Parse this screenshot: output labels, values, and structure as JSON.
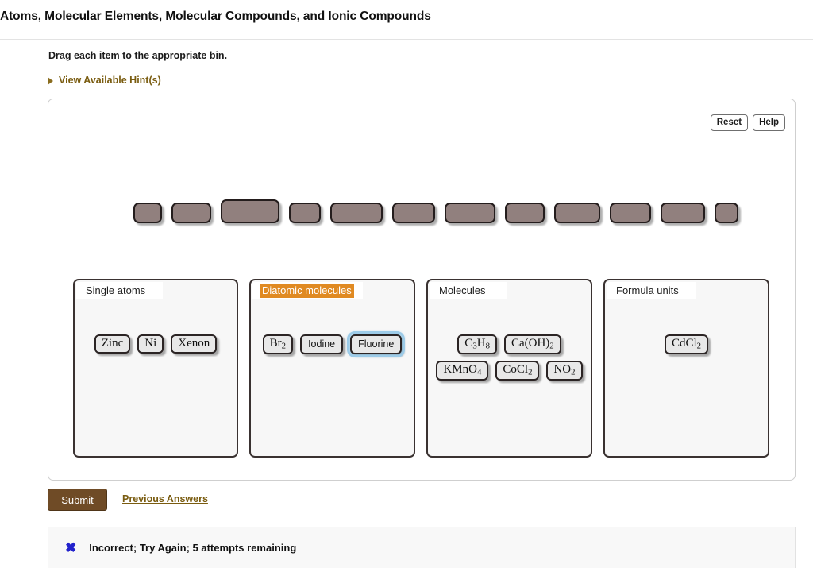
{
  "page_title": "Atoms, Molecular Elements, Molecular Compounds, and Ionic Compounds",
  "instruction": "Drag each item to the appropriate bin.",
  "hint": {
    "label": "View Available Hint(s)",
    "marker_icon": "triangle-right-icon"
  },
  "toolbar": {
    "reset_label": "Reset",
    "help_label": "Help"
  },
  "placeholders": [
    {
      "width": 36
    },
    {
      "width": 50
    },
    {
      "width": 74
    },
    {
      "width": 40
    },
    {
      "width": 66
    },
    {
      "width": 54
    },
    {
      "width": 64
    },
    {
      "width": 50
    },
    {
      "width": 58
    },
    {
      "width": 52
    },
    {
      "width": 56
    },
    {
      "width": 30
    }
  ],
  "bins": [
    {
      "name": "single-atoms",
      "label": "Single atoms",
      "highlighted": false,
      "label_strip_width": 109,
      "items": [
        {
          "text": "Zinc",
          "style": "serif",
          "selected": false
        },
        {
          "text": "Ni",
          "style": "serif",
          "selected": false
        },
        {
          "text": "Xenon",
          "style": "serif",
          "selected": false
        }
      ]
    },
    {
      "name": "diatomic-molecules",
      "label": "Diatomic molecules",
      "highlighted": true,
      "label_strip_width": 139,
      "items": [
        {
          "text": "Br_2",
          "style": "serif",
          "selected": false
        },
        {
          "text": "Iodine",
          "style": "sans",
          "selected": false
        },
        {
          "text": "Fluorine",
          "style": "sans",
          "selected": true
        }
      ]
    },
    {
      "name": "molecules",
      "label": "Molecules",
      "highlighted": false,
      "label_strip_width": 98,
      "items": [
        {
          "text": "C_3H_8",
          "style": "serif",
          "selected": false
        },
        {
          "text": "Ca(OH)_2",
          "style": "serif",
          "selected": false
        },
        {
          "text": "KMnO_4",
          "style": "serif",
          "selected": false
        },
        {
          "text": "CoCl_2",
          "style": "serif",
          "selected": false
        },
        {
          "text": "NO_2",
          "style": "serif",
          "selected": false
        }
      ]
    },
    {
      "name": "formula-units",
      "label": "Formula units",
      "highlighted": false,
      "label_strip_width": 113,
      "items": [
        {
          "text": "CdCl_2",
          "style": "serif",
          "selected": false
        }
      ]
    }
  ],
  "submit": {
    "label": "Submit",
    "previous_answers_label": "Previous Answers"
  },
  "feedback": {
    "icon": "x-mark-icon",
    "icon_glyph": "✖",
    "text": "Incorrect; Try Again; 5 attempts remaining",
    "color": "#2222cc"
  },
  "colors": {
    "accent_orange": "#e08a22",
    "submit_brown": "#6f4b26",
    "link_gold": "#7a5c10",
    "placeholder_fill": "#91807e",
    "bin_border": "#3a3231"
  }
}
